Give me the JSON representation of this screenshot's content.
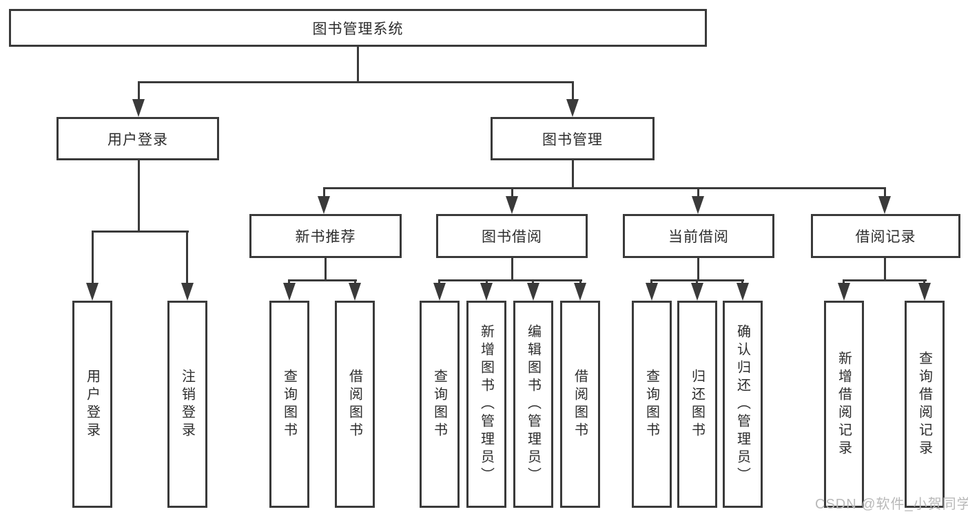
{
  "diagram": {
    "root": {
      "label": "图书管理系统"
    },
    "level2": {
      "user_login": {
        "label": "用户登录"
      },
      "book_management": {
        "label": "图书管理"
      }
    },
    "level3": {
      "new_book_recommend": {
        "label": "新书推荐"
      },
      "book_borrow": {
        "label": "图书借阅"
      },
      "current_borrow": {
        "label": "当前借阅"
      },
      "borrow_record": {
        "label": "借阅记录"
      }
    },
    "leaves": {
      "user_login": {
        "label": "用户登录"
      },
      "logout": {
        "label": "注销登录"
      },
      "query_book_recommend": {
        "label": "查询图书"
      },
      "borrow_book_recommend": {
        "label": "借阅图书"
      },
      "query_book_borrow": {
        "label": "查询图书"
      },
      "add_book_admin": {
        "label": "新增图书（管理员）"
      },
      "edit_book_admin": {
        "label": "编辑图书（管理员）"
      },
      "borrow_book_borrow": {
        "label": "借阅图书"
      },
      "query_book_current": {
        "label": "查询图书"
      },
      "return_book": {
        "label": "归还图书"
      },
      "confirm_return_admin": {
        "label": "确认归还（管理员）"
      },
      "add_borrow_record": {
        "label": "新增借阅记录"
      },
      "query_borrow_record": {
        "label": "查询借阅记录"
      }
    }
  },
  "watermark": {
    "text": "CSDN @软件_小贺同学"
  },
  "colors": {
    "line": "#3a3a3a",
    "text": "#2d2d2d",
    "watermark": "#b9b9b9",
    "background": "#ffffff"
  }
}
